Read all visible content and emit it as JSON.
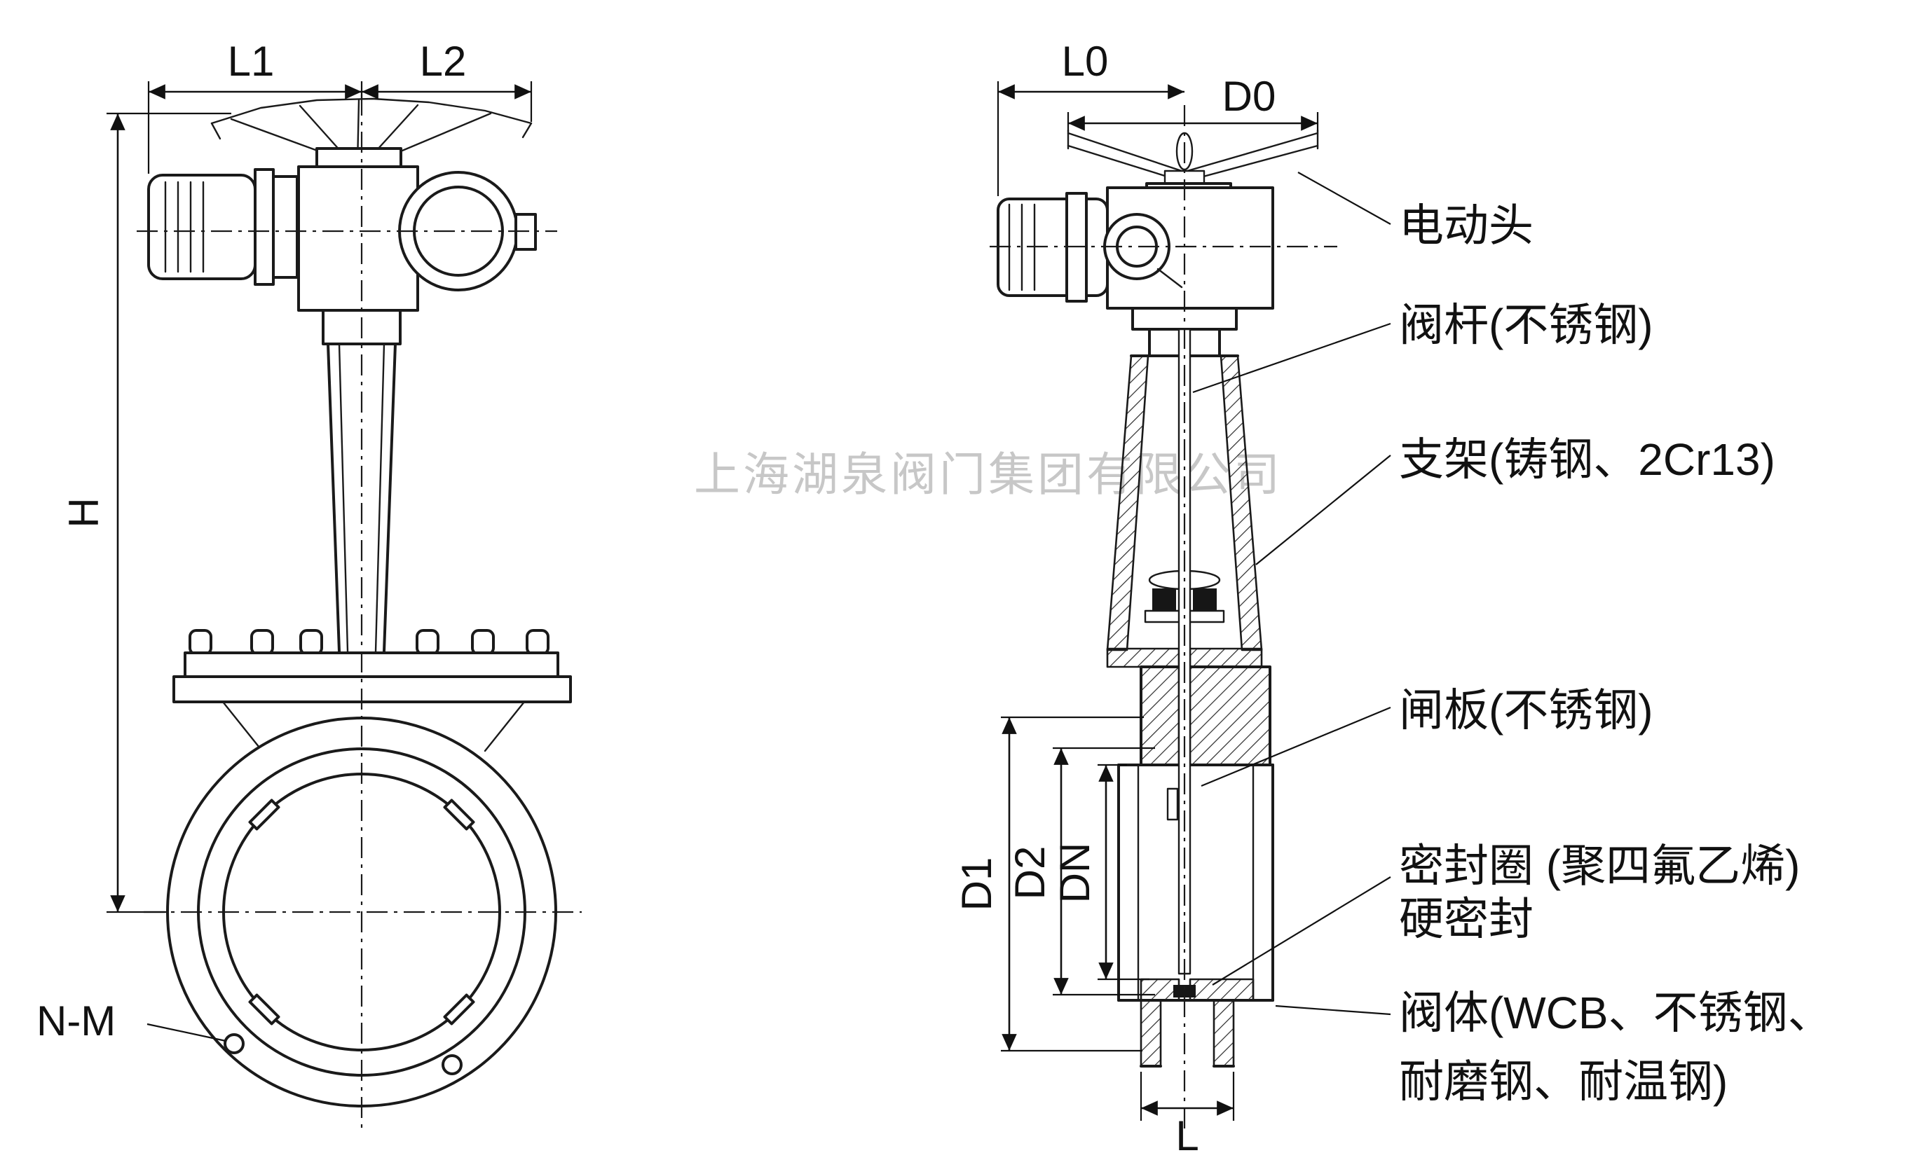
{
  "watermark": {
    "text": "上海湖泉阀门集团有限公司"
  },
  "front_view": {
    "dims": {
      "l1": "L1",
      "l2": "L2",
      "h": "H",
      "nm": "N-M"
    }
  },
  "side_view": {
    "dims": {
      "l0": "L0",
      "d0": "D0",
      "d1": "D1",
      "d2": "D2",
      "dn": "DN",
      "l": "L"
    },
    "callouts": [
      {
        "label": "电动头"
      },
      {
        "label": "阀杆(不锈钢)"
      },
      {
        "label": "支架(铸钢、2Cr13)"
      },
      {
        "label": "闸板(不锈钢)"
      },
      {
        "label": "密封圈 (聚四氟乙烯)",
        "line2": "硬密封"
      },
      {
        "label": "阀体(WCB、不锈钢、",
        "line2": "耐磨钢、耐温钢)"
      }
    ]
  },
  "colors": {
    "line": "#1a1a1a",
    "background": "#ffffff",
    "watermark": "#9a9a9a"
  }
}
